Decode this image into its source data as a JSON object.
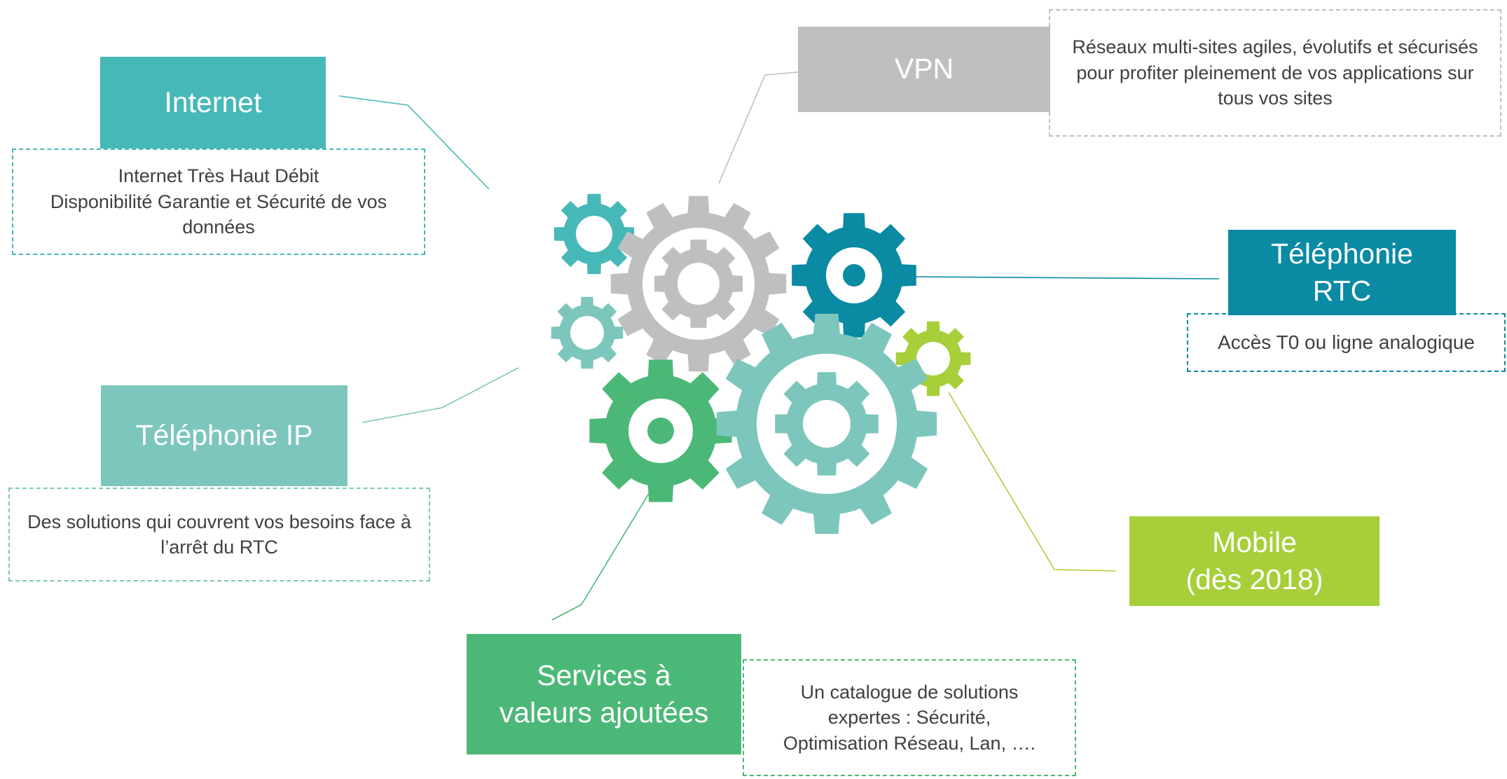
{
  "colors": {
    "internet": "#47b8b8",
    "vpn": "#bfbfbf",
    "telephonie_rtc": "#0a8aa3",
    "telephonie_ip": "#7dc6bd",
    "mobile": "#a7cf3a",
    "services": "#4cb878",
    "text_dark": "#404040"
  },
  "services": {
    "internet": {
      "title": "Internet",
      "desc_line1": "Internet Très Haut Débit",
      "desc_line2": "Disponibilité Garantie et Sécurité de vos données"
    },
    "vpn": {
      "title": "VPN",
      "desc": "Réseaux multi-sites agiles, évolutifs et sécurisés pour profiter pleinement de vos applications sur tous vos sites"
    },
    "telephonie_rtc": {
      "title_line1": "Téléphonie",
      "title_line2": "RTC",
      "desc": "Accès T0 ou ligne analogique"
    },
    "telephonie_ip": {
      "title": "Téléphonie IP",
      "desc": "Des solutions qui couvrent vos besoins face à l’arrêt du RTC"
    },
    "mobile": {
      "title_line1": "Mobile",
      "title_line2": "(dès 2018)"
    },
    "services_va": {
      "title_line1": "Services à",
      "title_line2": "valeurs ajoutées",
      "desc_line1": "Un catalogue de solutions",
      "desc_line2": "expertes :  Sécurité,",
      "desc_line3": "Optimisation Réseau, Lan, …."
    }
  },
  "gears": [
    {
      "name": "gear-small-teal-icon",
      "color": "#47b8b8"
    },
    {
      "name": "gear-large-gray-icon",
      "color": "#bfbfbf"
    },
    {
      "name": "gear-small-light-teal-icon",
      "color": "#7dc6bd"
    },
    {
      "name": "gear-medium-dark-teal-icon",
      "color": "#0a8aa3"
    },
    {
      "name": "gear-small-lime-icon",
      "color": "#a7cf3a"
    },
    {
      "name": "gear-medium-green-icon",
      "color": "#4cb878"
    },
    {
      "name": "gear-large-light-teal-icon",
      "color": "#7dc6bd"
    }
  ]
}
